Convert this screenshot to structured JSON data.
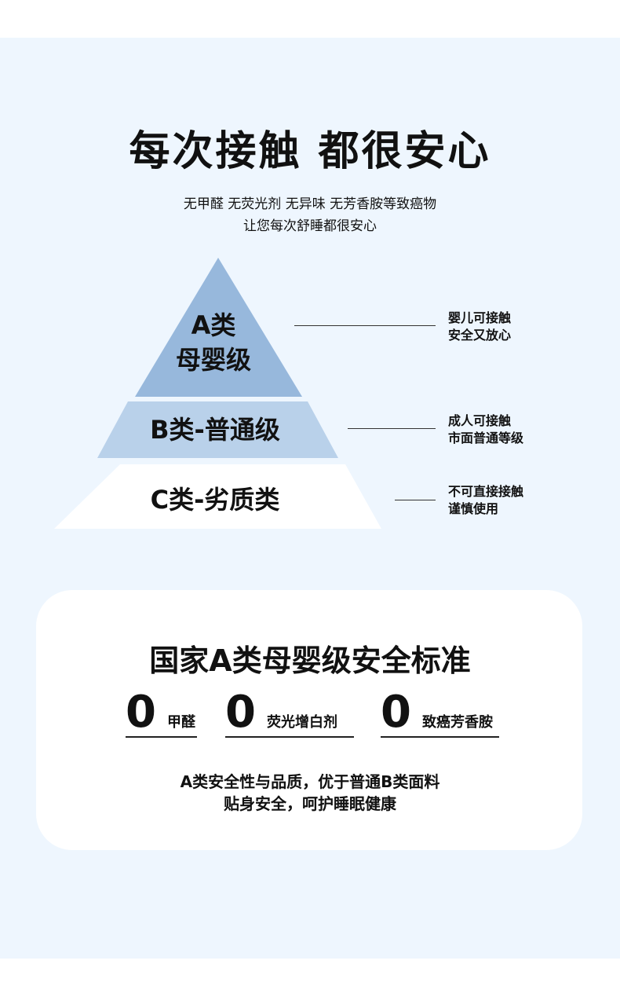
{
  "header": {
    "title": "每次接触 都很安心",
    "subtitle_line1": "无甲醛 无荧光剂 无异味 无芳香胺等致癌物",
    "subtitle_line2": "让您每次舒睡都很安心"
  },
  "pyramid": {
    "tiers": [
      {
        "label_line1": "A类",
        "label_line2": "母婴级",
        "note_line1": "婴儿可接触",
        "note_line2": "安全又放心",
        "color": "#97b8dc"
      },
      {
        "label": "B类-普通级",
        "note_line1": "成人可接触",
        "note_line2": "市面普通等级",
        "color": "#b9d1ea"
      },
      {
        "label": "C类-劣质类",
        "note_line1": "不可直接接触",
        "note_line2": "谨慎使用",
        "color": "#ffffff"
      }
    ]
  },
  "card": {
    "title": "国家A类母婴级安全标准",
    "stats": [
      {
        "value": "0",
        "label": "甲醛"
      },
      {
        "value": "0",
        "label": "荧光增白剂"
      },
      {
        "value": "0",
        "label": "致癌芳香胺"
      }
    ],
    "desc_line1": "A类安全性与品质，优于普通B类面料",
    "desc_line2": "贴身安全，呵护睡眠健康"
  }
}
